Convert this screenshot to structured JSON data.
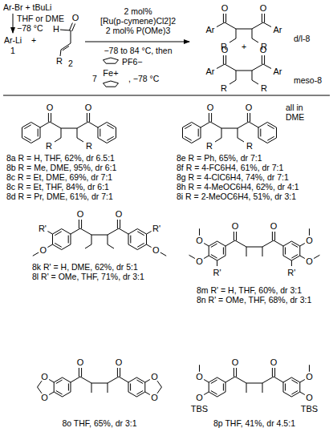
{
  "diagram": {
    "labels": [
      "Ar-Br + tBuLi",
      "THF or DME",
      "−78 °C",
      "Ar-Li",
      "1",
      "+",
      "O",
      "H",
      "R",
      "2",
      "2 mol%",
      "[Ru(p-cymene)Cl2]2",
      "2 mol% P(OMe)3",
      "−78 to 84 °C, then",
      "PF6−",
      "Fe+",
      "7",
      ", −78 °C",
      "O",
      "O",
      "Ar",
      "Ar",
      "R",
      "R",
      "d/l-8",
      "+",
      "O",
      "O",
      "Ar",
      "Ar",
      "R",
      "R",
      "meso-8",
      "O",
      "O",
      "R",
      "R",
      "8a R = H, THF, 62%, dr 6.5:1",
      "8b R = Me, DME, 95%, dr 6:1",
      "8c R = Et, DME, 69%, dr 7:1",
      "8c R = Et, THF, 84%, dr 6:1",
      "8d R = Pr, DME, 61%, dr 7:1",
      "O",
      "O",
      "R",
      "R",
      "all in",
      "DME",
      "8e R = Ph, 65%, dr 7:1",
      "8f R = 4-FC6H4, 61%, dr 7:1",
      "8g R = 4-ClC6H4, 74%, dr 7:1",
      "8h R = 4-MeOC6H4, 62%, dr 4:1",
      "8i R = 2-MeOC6H4, 51%, dr 3:1",
      "O",
      "O",
      "R'",
      "O",
      "R'",
      "O",
      "8k R' = H, DME, 62%, dr 5:1",
      "8l R' = OMe, THF, 71%, dr 3:1",
      "O",
      "O",
      "O",
      "O",
      "R'",
      "O",
      "O",
      "R'",
      "8m R' = H, THF, 60%, dr 3:1",
      "8n R' = OMe, THF, 68%, dr 3:1",
      "O",
      "O",
      "O",
      "O",
      "O",
      "O",
      "8o THF, 65%, dr 3:1",
      "O",
      "O",
      "O",
      "O",
      "TBS",
      "O",
      "O",
      "TBS",
      "8p THF, 41%, dr 4.5:1"
    ]
  }
}
